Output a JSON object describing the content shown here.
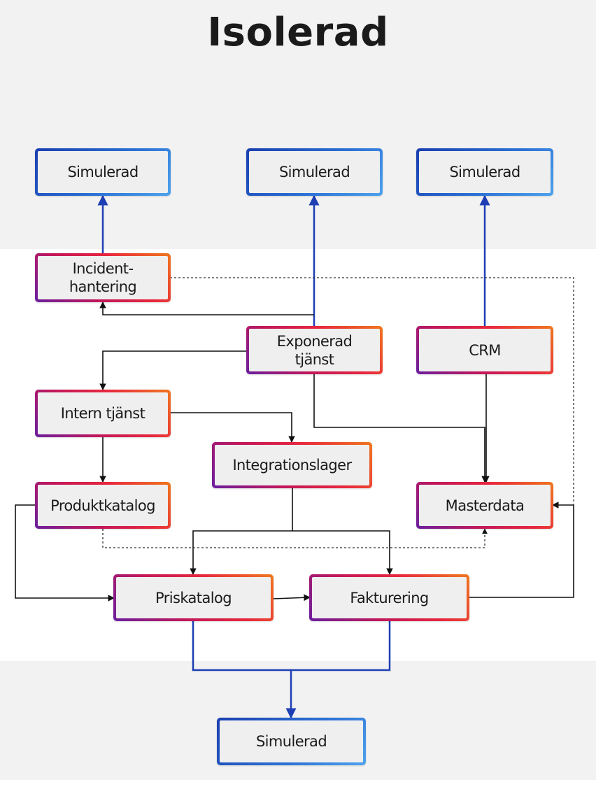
{
  "title": "Isolerad",
  "nodes": {
    "sim_top_left": "Simulerad",
    "sim_top_mid": "Simulerad",
    "sim_top_right": "Simulerad",
    "incident": "Incident-\nhantering",
    "exposed": "Exponerad\ntjänst",
    "crm": "CRM",
    "internal": "Intern tjänst",
    "integration": "Integrationslager",
    "product_catalog": "Produktkatalog",
    "masterdata": "Masterdata",
    "price_catalog": "Priskatalog",
    "billing": "Fakturering",
    "sim_bottom": "Simulerad"
  },
  "colors": {
    "band": "#f2f2f2",
    "simulated_connector": "#1e3fb4",
    "internal_connector": "#111111"
  }
}
